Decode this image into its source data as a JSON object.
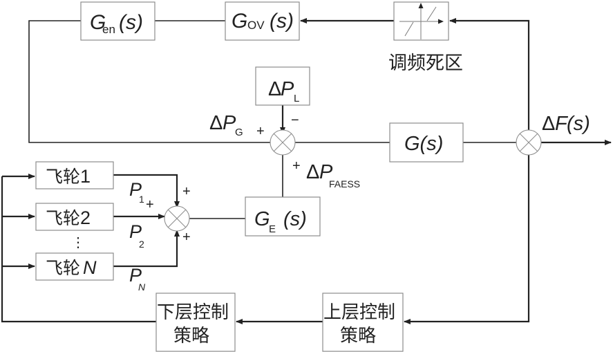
{
  "blocks": {
    "gen": {
      "symbol": "G",
      "subscript": "en",
      "arg": "(s)"
    },
    "gov": {
      "symbol": "G",
      "subscript": "OV",
      "arg": "(s)"
    },
    "deadband": {
      "label": "调频死区"
    },
    "load": {
      "delta": "Δ",
      "symbol": "P",
      "subscript": "L"
    },
    "grid": {
      "label": "G(s)"
    },
    "ge": {
      "symbol": "G",
      "subscript": "E",
      "arg": "(s)"
    },
    "flywheels": [
      {
        "prefix": "飞轮",
        "index": "1"
      },
      {
        "prefix": "飞轮",
        "index": "2"
      },
      {
        "prefix": "飞轮",
        "index": "N"
      }
    ],
    "ellipsis": "⋮",
    "lower_ctrl": {
      "line1": "下层控制",
      "line2": "策略"
    },
    "upper_ctrl": {
      "line1": "上层控制",
      "line2": "策略"
    }
  },
  "signals": {
    "dpg": {
      "delta": "Δ",
      "symbol": "P",
      "subscript": "G"
    },
    "dpfaess": {
      "delta": "Δ",
      "symbol": "P",
      "subscript": "FAESS"
    },
    "output": {
      "delta": "Δ",
      "symbol": "F",
      "arg": "(s)"
    },
    "p1": {
      "symbol": "P",
      "subscript": "1"
    },
    "p2": {
      "symbol": "P",
      "subscript": "2"
    },
    "pn": {
      "symbol": "P",
      "subscript": "N"
    }
  },
  "signs": {
    "main_left": "+",
    "main_top": "−",
    "main_bottom": "+",
    "fw_top": "+",
    "fw_left": "+",
    "fw_bottom": "+"
  }
}
